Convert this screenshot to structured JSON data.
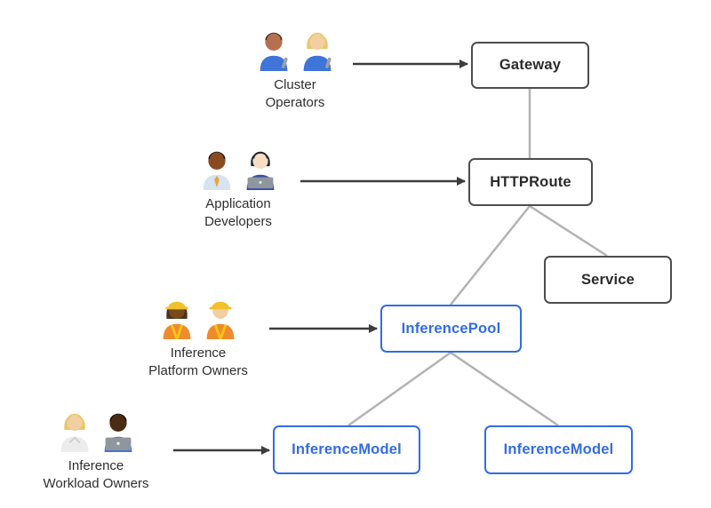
{
  "diagram": {
    "actors": [
      {
        "id": "cluster-operators",
        "label": "Cluster\nOperators",
        "emoji": "👨🏽‍🔧👩🏼‍🔧",
        "target": "gateway"
      },
      {
        "id": "application-developers",
        "label": "Application\nDevelopers",
        "emoji": "👨🏾‍💼👩🏻‍💻",
        "target": "httproute"
      },
      {
        "id": "inference-platform-owners",
        "label": "Inference\nPlatform Owners",
        "emoji": "👷🏾‍♀️👷🏻",
        "target": "inferencepool"
      },
      {
        "id": "inference-workload-owners",
        "label": "Inference\nWorkload Owners",
        "emoji": "🧑🏼‍⚕️👨🏿‍💻",
        "target": "inferencemodel-left"
      }
    ],
    "nodes": [
      {
        "id": "gateway",
        "label": "Gateway",
        "style": "core"
      },
      {
        "id": "httproute",
        "label": "HTTPRoute",
        "style": "core"
      },
      {
        "id": "service",
        "label": "Service",
        "style": "core"
      },
      {
        "id": "inferencepool",
        "label": "InferencePool",
        "style": "extension"
      },
      {
        "id": "inferencemodel-left",
        "label": "InferenceModel",
        "style": "extension"
      },
      {
        "id": "inferencemodel-right",
        "label": "InferenceModel",
        "style": "extension"
      }
    ],
    "edges": [
      {
        "from": "gateway",
        "to": "httproute"
      },
      {
        "from": "httproute",
        "to": "service"
      },
      {
        "from": "httproute",
        "to": "inferencepool"
      },
      {
        "from": "inferencepool",
        "to": "inferencemodel-left"
      },
      {
        "from": "inferencepool",
        "to": "inferencemodel-right"
      }
    ],
    "colors": {
      "core_border": "#4d4d4d",
      "core_text": "#2b2b2b",
      "extension_blue": "#326CE5",
      "connector_gray": "#b3b3b3",
      "arrow_dark": "#3d3d3d",
      "background": "#ffffff"
    }
  }
}
